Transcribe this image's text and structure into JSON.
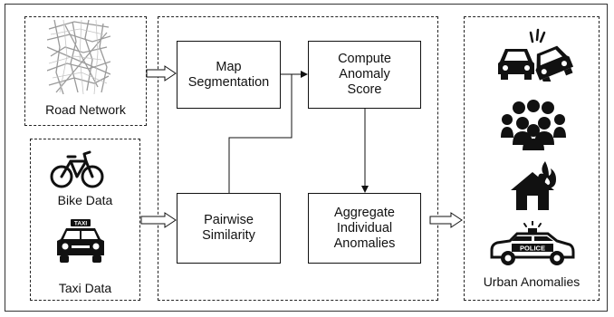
{
  "inputs": {
    "road_network_label": "Road Network",
    "bike_data_label": "Bike Data",
    "taxi_data_label": "Taxi Data",
    "taxi_sign": "TAXI"
  },
  "process": {
    "map_segmentation": "Map\nSegmentation",
    "compute_anomaly_score": "Compute\nAnomaly\nScore",
    "pairwise_similarity": "Pairwise\nSimilarity",
    "aggregate_individual_anomalies": "Aggregate\nIndividual\nAnomalies"
  },
  "outputs": {
    "urban_anomalies_label": "Urban Anomalies",
    "police_text": "POLICE",
    "icons": [
      "car-crash-icon",
      "crowd-icon",
      "house-fire-icon",
      "police-car-icon"
    ]
  }
}
